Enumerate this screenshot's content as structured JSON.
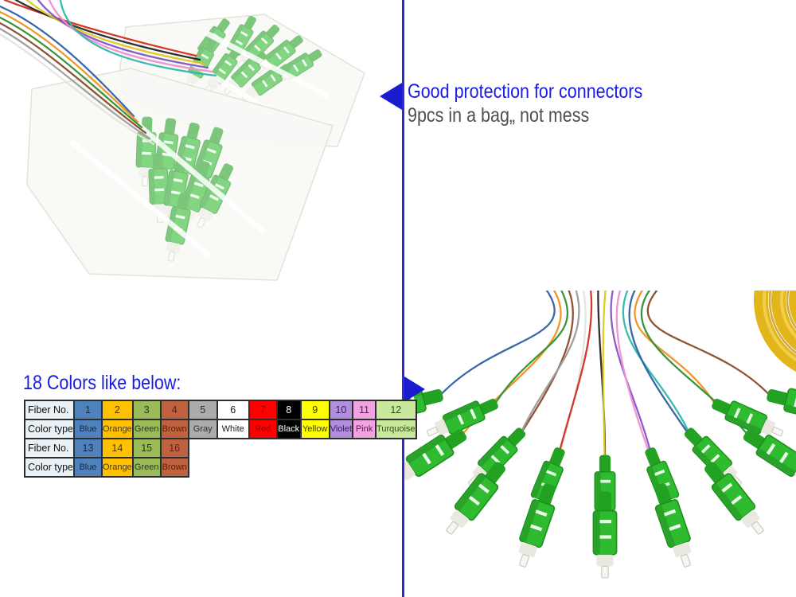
{
  "captions": {
    "top": {
      "line1": "Good protection for connectors",
      "line2": "9pcs in a bag„ not mess"
    },
    "colors_heading": "18 Colors like below:"
  },
  "colors": {
    "accent_blue": "#1a1ae6",
    "subtitle_gray": "#4f4f4f",
    "divider_blue": "#2c2cd2",
    "arrow_blue": "#1b1bcf",
    "table_header_bg": "#e9f1f6",
    "connector_green": "#2fbb2f",
    "yellow_cable": "#e2b51b",
    "fiber_strand_palette": [
      "#2e5fa8",
      "#f09020",
      "#2f8f2f",
      "#8a4a28",
      "#9c9c9c",
      "#e4e4dc",
      "#d03020",
      "#262626",
      "#ddc81e",
      "#8655c2",
      "#ef8fd2",
      "#2eb8a8"
    ]
  },
  "color_table": {
    "row_labels": [
      "Fiber No.",
      "Color type"
    ],
    "groups": [
      {
        "fibers": [
          {
            "no": "1",
            "name": "Blue",
            "bg": "#4f81bd",
            "text": "#152a45"
          },
          {
            "no": "2",
            "name": "Orange",
            "bg": "#ffc000",
            "text": "#4d3800"
          },
          {
            "no": "3",
            "name": "Green",
            "bg": "#9bbb59",
            "text": "#263a10"
          },
          {
            "no": "4",
            "name": "Brown",
            "bg": "#c0623f",
            "text": "#5e1f10"
          },
          {
            "no": "5",
            "name": "Gray",
            "bg": "#ababab",
            "text": "#2e2e2e"
          },
          {
            "no": "6",
            "name": "White",
            "bg": "#ffffff",
            "text": "#1a1a1a"
          },
          {
            "no": "7",
            "name": "Red",
            "bg": "#fe0000",
            "text": "#8f0000"
          },
          {
            "no": "8",
            "name": "Black",
            "bg": "#000000",
            "text": "#ffffff"
          },
          {
            "no": "9",
            "name": "Yellow",
            "bg": "#ffff00",
            "text": "#3d3d00"
          },
          {
            "no": "10",
            "name": "Violet",
            "bg": "#b18ede",
            "text": "#32205a"
          },
          {
            "no": "11",
            "name": "Pink",
            "bg": "#f1a2e1",
            "text": "#5c1d4e"
          },
          {
            "no": "12",
            "name": "Turquoise",
            "bg": "#c9e89c",
            "text": "#2f4d12"
          }
        ]
      },
      {
        "fibers": [
          {
            "no": "13",
            "name": "Blue",
            "bg": "#4f81bd",
            "text": "#152a45"
          },
          {
            "no": "14",
            "name": "Orange",
            "bg": "#ffc000",
            "text": "#4d3800"
          },
          {
            "no": "15",
            "name": "Green",
            "bg": "#9bbb59",
            "text": "#263a10"
          },
          {
            "no": "16",
            "name": "Brown",
            "bg": "#c0623f",
            "text": "#5e1f10"
          }
        ]
      }
    ]
  }
}
